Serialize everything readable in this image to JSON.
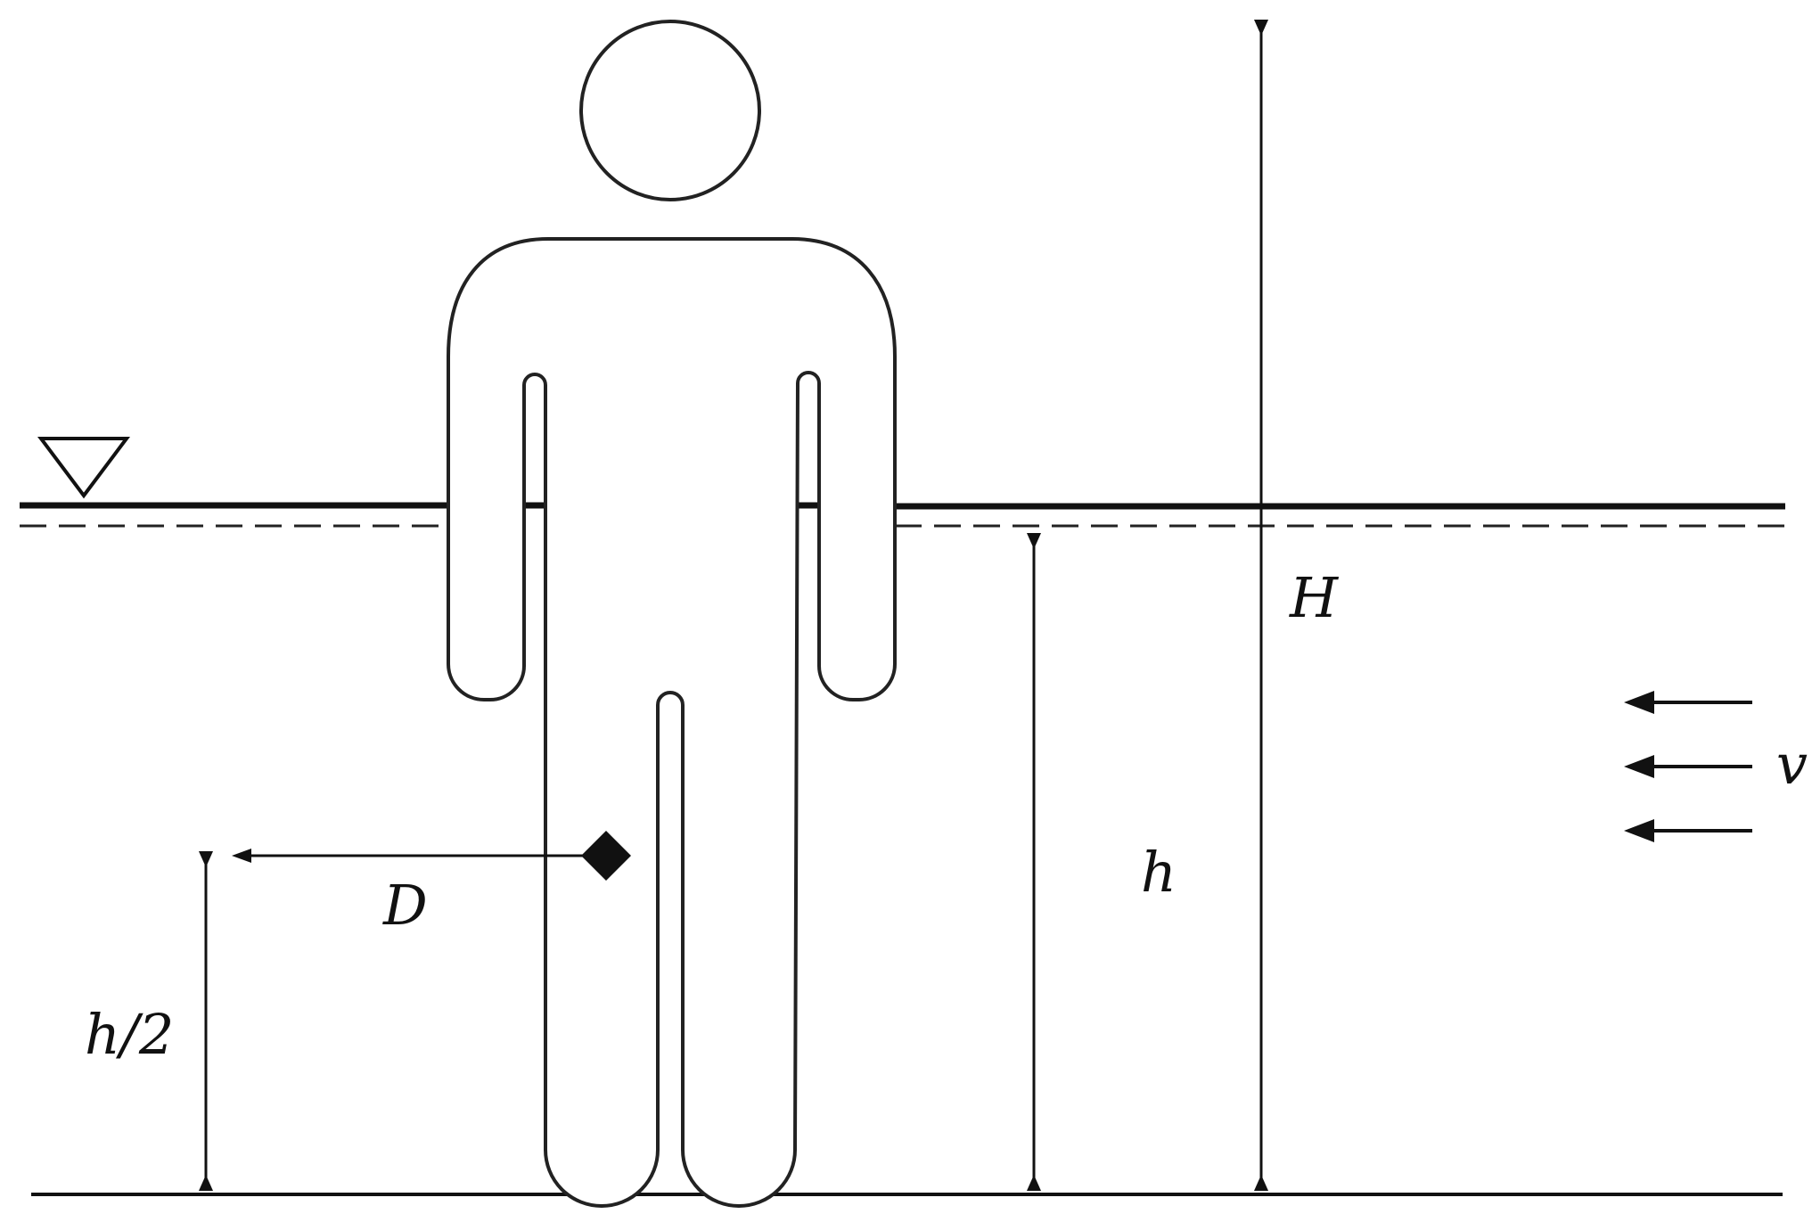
{
  "labels": {
    "H": "H",
    "h": "h",
    "h_half": "h/2",
    "D": "D",
    "v": "v"
  },
  "flow": {
    "arrow_count": 3
  },
  "colors": {
    "ink": "#111111",
    "background": "#ffffff"
  }
}
